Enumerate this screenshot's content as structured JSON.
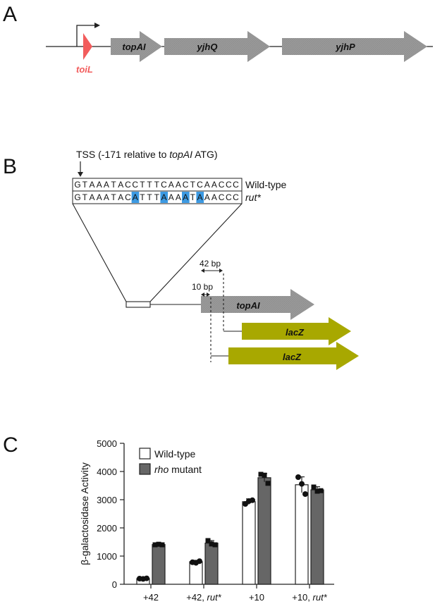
{
  "panels": {
    "a": "A",
    "b": "B",
    "c": "C"
  },
  "panel_a": {
    "promoter": {
      "label": "toiL",
      "color": "#f25c5c"
    },
    "genes": [
      "topAI",
      "yjhQ",
      "yjhP"
    ],
    "gene_color": "#999999"
  },
  "panel_b": {
    "tss_label": {
      "prefix": "TSS (-171 relative to ",
      "gene": "topAI",
      "suffix": " ATG)"
    },
    "wild_type": {
      "sequence": [
        "G",
        "T",
        "A",
        "A",
        "A",
        "T",
        "A",
        "C",
        "C",
        "T",
        "T",
        "T",
        "C",
        "A",
        "A",
        "C",
        "T",
        "C",
        "A",
        "A",
        "C",
        "C",
        "C"
      ],
      "label": "Wild-type"
    },
    "mutant": {
      "sequence": [
        "G",
        "T",
        "A",
        "A",
        "A",
        "T",
        "A",
        "C",
        "A",
        "T",
        "T",
        "T",
        "A",
        "A",
        "A",
        "A",
        "T",
        "A",
        "A",
        "A",
        "C",
        "C",
        "C"
      ],
      "label": "rut*",
      "highlight_indices": [
        8,
        12,
        15,
        17
      ]
    },
    "highlight_color": "#3c9ae3",
    "distance_long": "42 bp",
    "distance_short": "10 bp",
    "gene": "topAI",
    "reporter_label": "lacZ",
    "reporter_color": "#a8a800"
  },
  "legend": {
    "wild_type": "Wild-type",
    "rho_italic": "rho",
    "rho_rest": " mutant"
  },
  "chart_data": {
    "type": "bar",
    "ylabel": "β-galactosidase Activity",
    "ylim": [
      0,
      5000
    ],
    "yticks": [
      0,
      1000,
      2000,
      3000,
      4000,
      5000
    ],
    "categories": [
      {
        "main": "+42",
        "italic": ""
      },
      {
        "main": "+42, ",
        "italic": "rut*"
      },
      {
        "main": "+10",
        "italic": ""
      },
      {
        "main": "+10, ",
        "italic": "rut*"
      }
    ],
    "series": [
      {
        "name": "Wild-type",
        "color": "#ffffff",
        "values": [
          200,
          800,
          2930,
          3530
        ],
        "errors": [
          25,
          50,
          100,
          280
        ],
        "points": [
          [
            200,
            190,
            210
          ],
          [
            780,
            760,
            820
          ],
          [
            2850,
            2950,
            2980
          ],
          [
            3800,
            3560,
            3200
          ]
        ]
      },
      {
        "name": "rho mutant",
        "color": "#666666",
        "values": [
          1410,
          1460,
          3780,
          3350
        ],
        "errors": [
          40,
          90,
          150,
          110
        ],
        "points": [
          [
            1400,
            1420,
            1400
          ],
          [
            1550,
            1430,
            1400
          ],
          [
            3900,
            3870,
            3580
          ],
          [
            3450,
            3300,
            3320
          ]
        ]
      }
    ]
  }
}
